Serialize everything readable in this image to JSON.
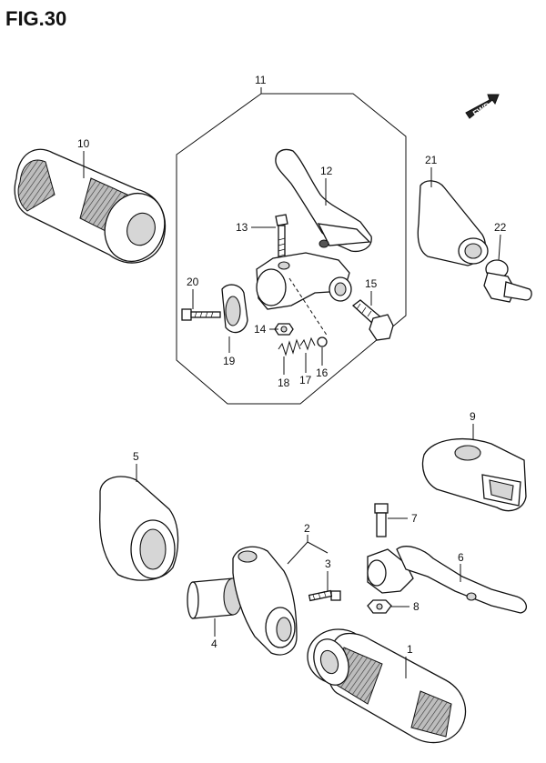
{
  "figure": {
    "title": "FIG.30",
    "fwd_label": "FWD"
  },
  "callouts": [
    {
      "id": "c1",
      "label": "1"
    },
    {
      "id": "c2",
      "label": "2"
    },
    {
      "id": "c3",
      "label": "3"
    },
    {
      "id": "c4",
      "label": "4"
    },
    {
      "id": "c5",
      "label": "5"
    },
    {
      "id": "c6",
      "label": "6"
    },
    {
      "id": "c7",
      "label": "7"
    },
    {
      "id": "c8",
      "label": "8"
    },
    {
      "id": "c9",
      "label": "9"
    },
    {
      "id": "c10",
      "label": "10"
    },
    {
      "id": "c11",
      "label": "11"
    },
    {
      "id": "c12",
      "label": "12"
    },
    {
      "id": "c13",
      "label": "13"
    },
    {
      "id": "c14",
      "label": "14"
    },
    {
      "id": "c15",
      "label": "15"
    },
    {
      "id": "c16",
      "label": "16"
    },
    {
      "id": "c17",
      "label": "17"
    },
    {
      "id": "c18",
      "label": "18"
    },
    {
      "id": "c19",
      "label": "19"
    },
    {
      "id": "c20",
      "label": "20"
    },
    {
      "id": "c21",
      "label": "21"
    },
    {
      "id": "c22",
      "label": "22"
    }
  ]
}
